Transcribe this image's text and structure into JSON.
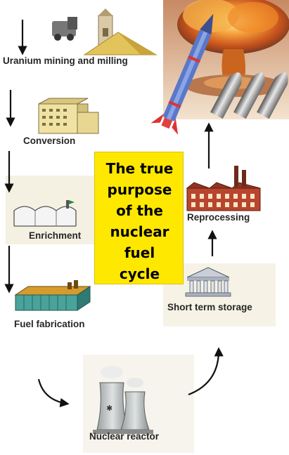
{
  "colors": {
    "callout_fill": "#ffe800",
    "label_text": "#262626",
    "arrow": "#111111",
    "explosion_orange": "#e8731f",
    "missile_body": "#5a78c8",
    "stage_highlight": "#f4f1e3"
  },
  "stages": {
    "mining": {
      "label": "Uranium mining and milling",
      "icon": "mine-building-and-truck-icon"
    },
    "conversion": {
      "label": "Conversion",
      "icon": "factory-building-icon"
    },
    "enrichment": {
      "label": "Enrichment",
      "icon": "enrichment-plant-icon"
    },
    "fabrication": {
      "label": "Fuel fabrication",
      "icon": "fuel-fabrication-plant-icon"
    },
    "reactor": {
      "label": "Nuclear reactor",
      "icon": "cooling-towers-icon"
    },
    "storage": {
      "label": "Short term storage",
      "icon": "storage-building-icon"
    },
    "reprocessing": {
      "label": "Reprocessing",
      "icon": "brick-factory-icon"
    }
  },
  "callout": {
    "lines": [
      "The true",
      "purpose",
      "of the",
      "nuclear",
      "fuel",
      "cycle"
    ]
  },
  "weapons": {
    "explosion": "mushroom-cloud-icon",
    "missile": "missile-icon",
    "warheads": "warhead-icon"
  }
}
